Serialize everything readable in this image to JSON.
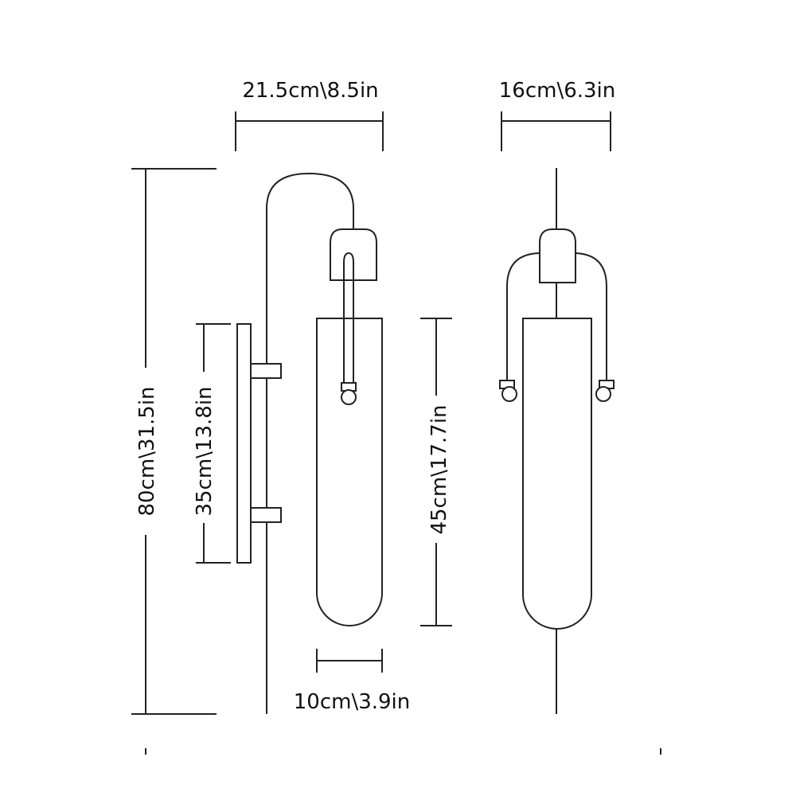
{
  "dimensions": {
    "side_width": "21.5cm\\8.5in",
    "front_width": "16cm\\6.3in",
    "total_height": "80cm\\31.5in",
    "backplate_height": "35cm\\13.8in",
    "shade_height": "45cm\\17.7in",
    "shade_width": "10cm\\3.9in"
  },
  "colors": {
    "line": "#222222",
    "background": "#ffffff"
  }
}
